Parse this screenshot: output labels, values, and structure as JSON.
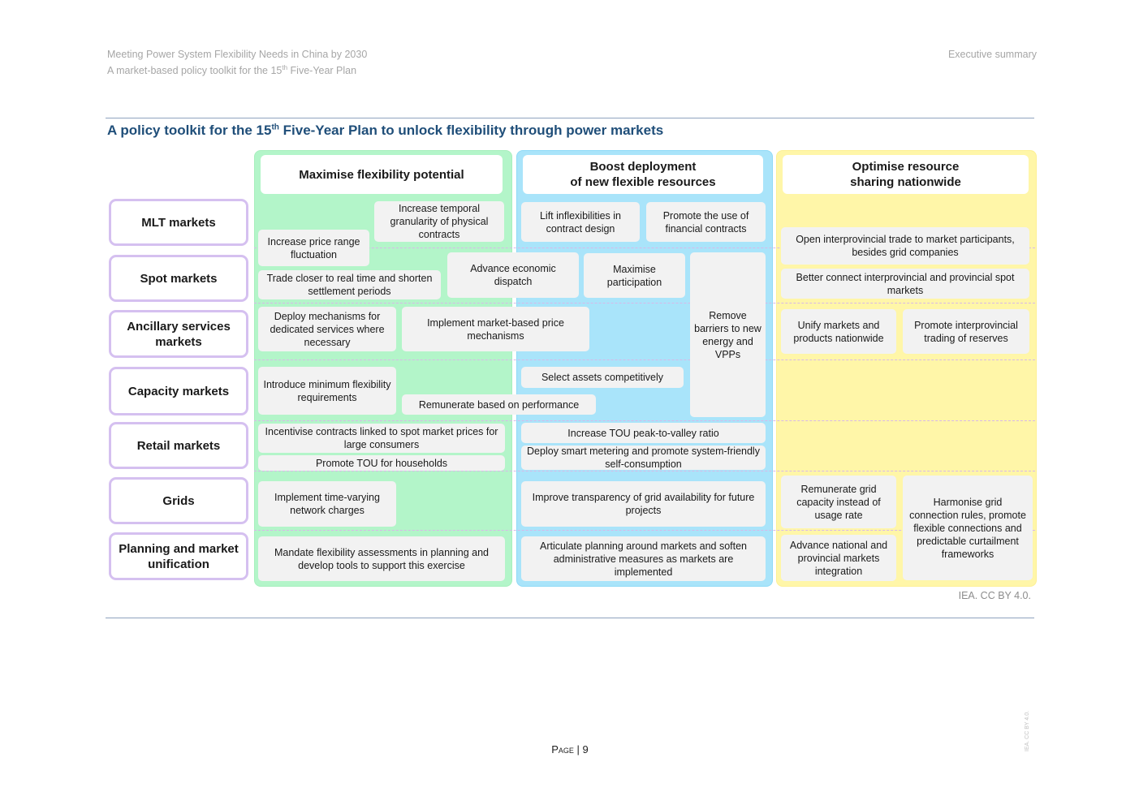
{
  "header": {
    "doc_title": "Meeting Power System Flexibility Needs in China by 2030",
    "doc_subtitle_pre": "A market-based policy toolkit for the 15",
    "doc_subtitle_sup": "th",
    "doc_subtitle_post": " Five-Year Plan",
    "section": "Executive summary"
  },
  "figure": {
    "title_pre": "A policy toolkit for the 15",
    "title_sup": "th",
    "title_post": " Five-Year Plan to unlock flexibility through power markets",
    "columns": {
      "green": "Maximise flexibility potential",
      "blue": "Boost deployment\nof new flexible resources",
      "yellow": "Optimise resource\nsharing nationwide"
    },
    "rows": {
      "mlt": "MLT markets",
      "spot": "Spot markets",
      "ancillary": "Ancillary services markets",
      "capacity": "Capacity markets",
      "retail": "Retail markets",
      "grids": "Grids",
      "planning": "Planning and market unification"
    },
    "measures": {
      "increase_temporal": "Increase temporal granularity of physical contracts",
      "increase_price_range": "Increase price range fluctuation",
      "lift_inflexibilities": "Lift inflexibilities in contract design",
      "promote_financial": "Promote the use of financial contracts",
      "open_interprovincial": "Open interprovincial trade to market participants, besides grid companies",
      "trade_closer": "Trade closer to real time and shorten settlement periods",
      "advance_dispatch": "Advance economic dispatch",
      "maximise_participation": "Maximise participation",
      "remove_barriers": "Remove barriers to new energy and VPPs",
      "connect_spot": "Better connect interprovincial and provincial spot markets",
      "deploy_mechanisms": "Deploy mechanisms for dedicated services where necessary",
      "implement_price": "Implement market-based price mechanisms",
      "unify_markets": "Unify markets and products nationwide",
      "promote_reserves": "Promote interprovincial trading of reserves",
      "introduce_minimum": "Introduce minimum flexibility requirements",
      "select_assets": "Select assets competitively",
      "remunerate_performance": "Remunerate based on performance",
      "incentivise_contracts": "Incentivise contracts linked to spot market prices for large consumers",
      "promote_tou": "Promote TOU for households",
      "increase_tou": "Increase TOU peak-to-valley ratio",
      "smart_metering": "Deploy smart metering and promote system-friendly self-consumption",
      "network_charges": "Implement time-varying network charges",
      "grid_transparency": "Improve transparency of grid availability for future projects",
      "remunerate_grid": "Remunerate grid capacity instead of usage rate",
      "harmonise_grid": "Harmonise grid connection rules, promote flexible connections and predictable curtailment frameworks",
      "mandate_assessments": "Mandate flexibility assessments in planning and develop tools to support this exercise",
      "articulate_planning": "Articulate planning around markets and soften administrative measures as markets are implemented",
      "advance_integration": "Advance national and provincial markets integration"
    },
    "credit": "IEA. CC BY 4.0."
  },
  "footer": {
    "page_label": "Page",
    "page_number": "9",
    "side_credit": "IEA. CC BY 4.0."
  },
  "colors": {
    "green": "#b3f5c9",
    "green_border": "#a6efbd",
    "blue": "#a9e4fa",
    "blue_border": "#8fdaf7",
    "yellow": "#fff6a8",
    "yellow_border": "#fdf094",
    "row_border": "#d5c0f0",
    "title": "#1f4e79"
  }
}
